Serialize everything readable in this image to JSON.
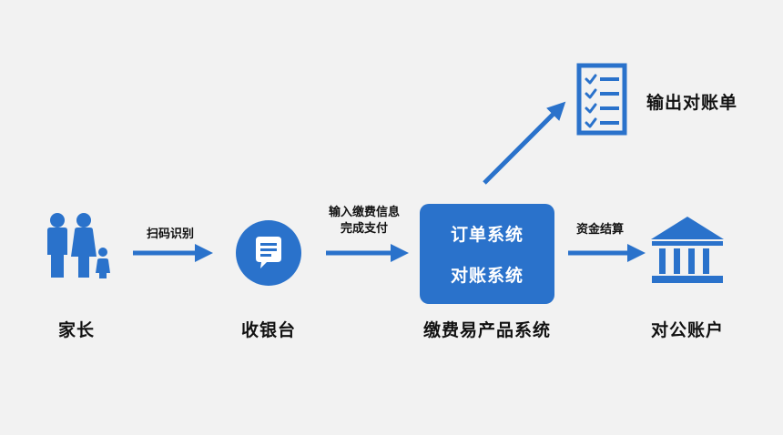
{
  "colors": {
    "accent": "#2a72cb",
    "background": "#f2f2f2",
    "text": "#111111"
  },
  "nodes": {
    "parent": {
      "label": "家长",
      "icon": "family-icon"
    },
    "cashier": {
      "label": "收银台",
      "icon": "chat-bubble-icon"
    },
    "system": {
      "label": "缴费易产品系统",
      "lines": [
        "订单系统",
        "对账系统"
      ]
    },
    "account": {
      "label": "对公账户",
      "icon": "bank-icon"
    },
    "statement": {
      "label": "输出对账单",
      "icon": "checklist-icon"
    }
  },
  "edges": {
    "scan": {
      "label": "扫码识别"
    },
    "pay": {
      "line1": "输入缴费信息",
      "line2": "完成支付"
    },
    "settle": {
      "label": "资金结算"
    }
  }
}
